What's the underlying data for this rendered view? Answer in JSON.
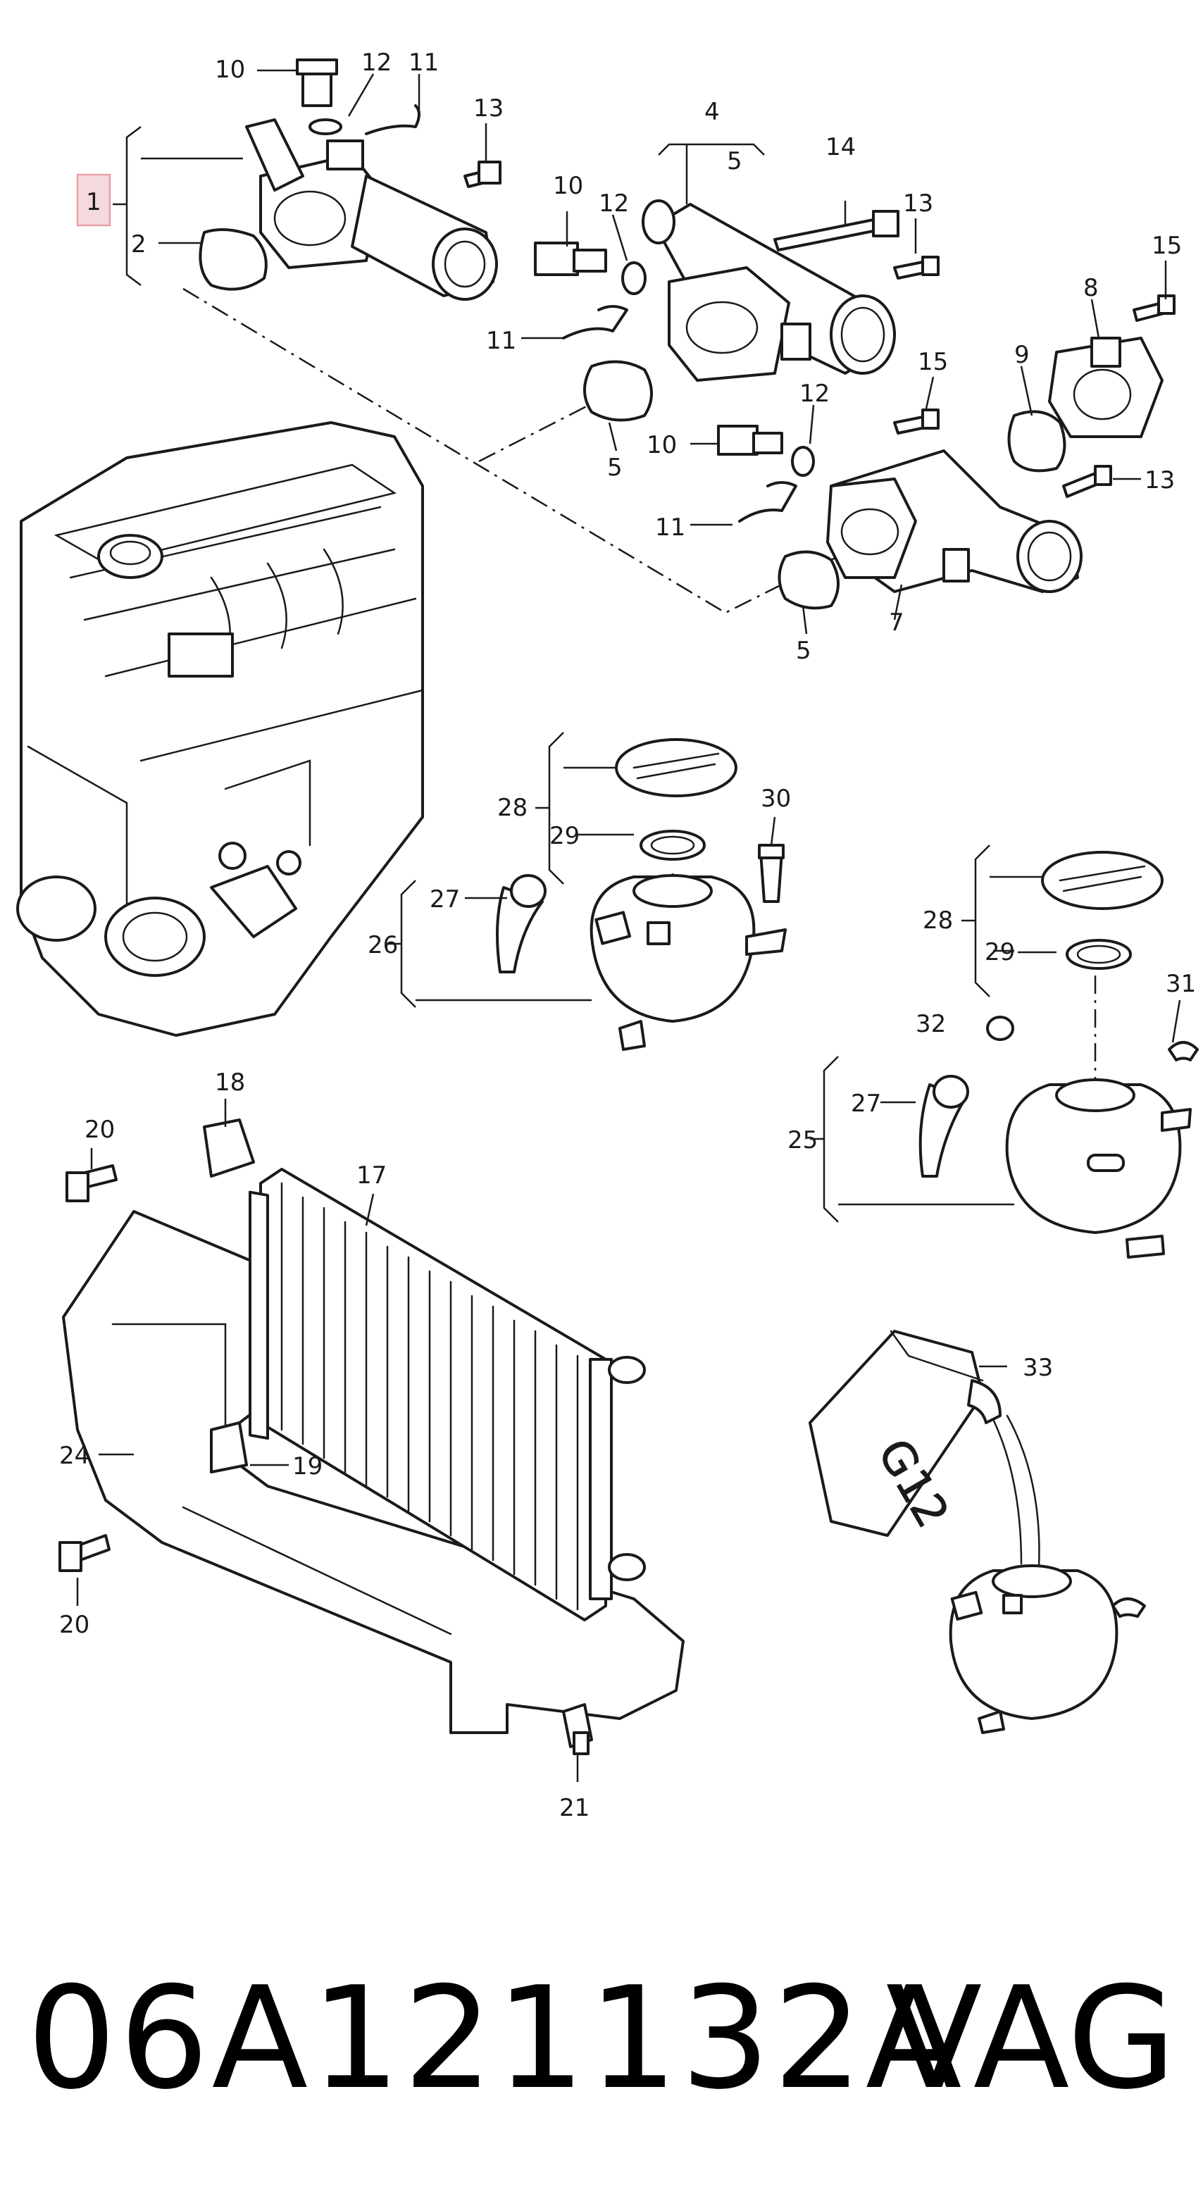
{
  "diagram": {
    "callouts": [
      {
        "text": "1",
        "highlight": true
      },
      {
        "text": "2"
      },
      {
        "text": "4"
      },
      {
        "text": "5"
      },
      {
        "text": "5"
      },
      {
        "text": "5"
      },
      {
        "text": "7"
      },
      {
        "text": "8"
      },
      {
        "text": "9"
      },
      {
        "text": "10"
      },
      {
        "text": "10"
      },
      {
        "text": "10"
      },
      {
        "text": "11"
      },
      {
        "text": "11"
      },
      {
        "text": "11"
      },
      {
        "text": "12"
      },
      {
        "text": "12"
      },
      {
        "text": "12"
      },
      {
        "text": "13"
      },
      {
        "text": "13"
      },
      {
        "text": "13"
      },
      {
        "text": "14"
      },
      {
        "text": "15"
      },
      {
        "text": "15"
      },
      {
        "text": "17"
      },
      {
        "text": "18"
      },
      {
        "text": "19"
      },
      {
        "text": "20"
      },
      {
        "text": "20"
      },
      {
        "text": "21"
      },
      {
        "text": "24"
      },
      {
        "text": "25"
      },
      {
        "text": "26"
      },
      {
        "text": "27"
      },
      {
        "text": "27"
      },
      {
        "text": "28"
      },
      {
        "text": "28"
      },
      {
        "text": "29"
      },
      {
        "text": "29"
      },
      {
        "text": "30"
      },
      {
        "text": "31"
      },
      {
        "text": "32"
      },
      {
        "text": "33"
      }
    ],
    "coolant_label": "G12",
    "highlight_color": "#e8a0a8"
  },
  "footer": {
    "part_number": "06A121132A",
    "brand": "VAG"
  }
}
